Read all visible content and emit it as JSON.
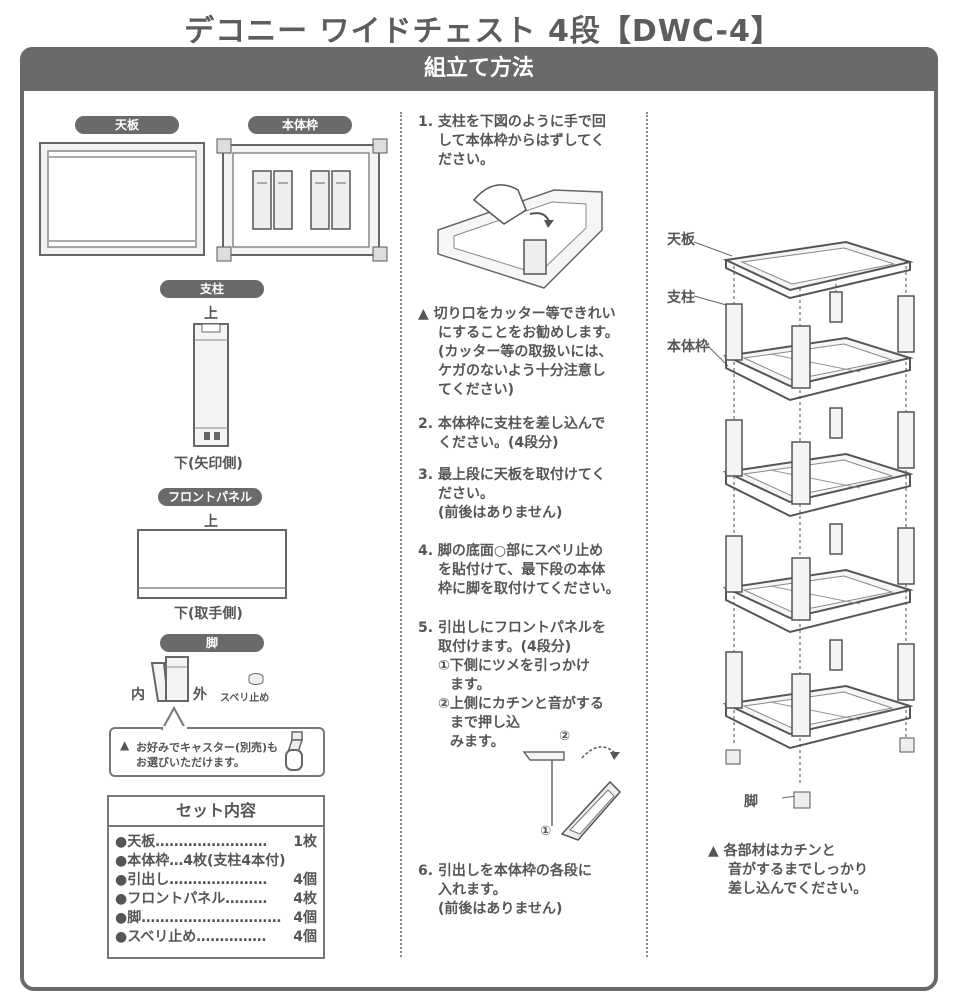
{
  "title": "デコニー ワイドチェスト 4段【DWC-4】",
  "banner": "組立て方法",
  "parts": {
    "top_board": "天板",
    "body_frame": "本体枠",
    "post": "支柱",
    "post_top": "上",
    "post_bottom": "下(矢印側)",
    "front_panel": "フロントパネル",
    "front_panel_top": "上",
    "front_panel_bottom": "下(取手側)",
    "leg": "脚",
    "leg_in": "内",
    "leg_out": "外",
    "slip_stop": "スベリ止め",
    "caster_note_1": "お好みでキャスター(別売)も",
    "caster_note_2": "お選びいただけます。"
  },
  "set": {
    "heading": "セット内容",
    "items": [
      {
        "label": "●天板……………………",
        "qty": "1枚"
      },
      {
        "label": "●本体枠…4枚(支柱4本付)",
        "qty": ""
      },
      {
        "label": "●引出し…………………",
        "qty": "4個"
      },
      {
        "label": "●フロントパネル………",
        "qty": "4枚"
      },
      {
        "label": "●脚…………………………",
        "qty": "4個"
      },
      {
        "label": "●スベリ止め……………",
        "qty": "4個"
      }
    ]
  },
  "steps": {
    "s1": [
      "1. 支柱を下図のように手で回",
      "して本体枠からはずしてく",
      "ださい。"
    ],
    "warn1": [
      "切り口をカッター等できれい",
      "にすることをお勧めします。",
      "(カッター等の取扱いには、",
      "ケガのないよう十分注意し",
      "てください)"
    ],
    "s2": [
      "2. 本体枠に支柱を差し込んで",
      "ください。(4段分)"
    ],
    "s3": [
      "3. 最上段に天板を取付けてく",
      "ださい。",
      "(前後はありません)"
    ],
    "s4": [
      "4. 脚の底面○部にスベリ止め",
      "を貼付けて、最下段の本体",
      "枠に脚を取付けてください。"
    ],
    "s5": [
      "5. 引出しにフロントパネルを",
      "取付けます。(4段分)",
      "①下側にツメを引っかけ",
      "ます。",
      "②上側にカチンと音がする",
      "まで押し込",
      "みます。"
    ],
    "s5_mark1": "②",
    "s5_mark2": "①",
    "s6": [
      "6. 引出しを本体枠の各段に",
      "入れます。",
      "(前後はありません)"
    ]
  },
  "right": {
    "label_top": "天板",
    "label_post": "支柱",
    "label_frame": "本体枠",
    "label_leg": "脚",
    "warn": [
      "各部材はカチンと",
      "音がするまでしっかり",
      "差し込んでください。"
    ]
  }
}
